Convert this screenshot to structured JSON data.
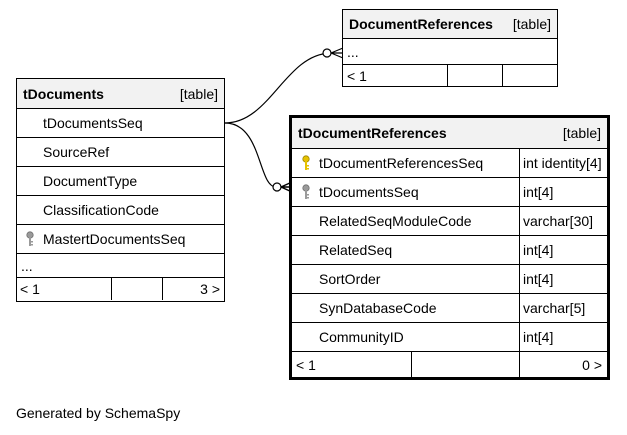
{
  "tables": {
    "docrefs_small": {
      "name": "DocumentReferences",
      "kind": "[table]",
      "ellipsis": "...",
      "nav_left": "< 1",
      "nav_mid": "",
      "nav_right": ""
    },
    "tdocuments": {
      "name": "tDocuments",
      "kind": "[table]",
      "columns": [
        "tDocumentsSeq",
        "SourceRef",
        "DocumentType",
        "ClassificationCode",
        "MastertDocumentsSeq"
      ],
      "ellipsis": "...",
      "nav_left": "< 1",
      "nav_mid": "",
      "nav_right": "3 >"
    },
    "tdocrefs": {
      "name": "tDocumentReferences",
      "kind": "[table]",
      "columns": [
        {
          "name": "tDocumentReferencesSeq",
          "type": "int identity[4]",
          "key": "primary-key"
        },
        {
          "name": "tDocumentsSeq",
          "type": "int[4]",
          "key": "foreign-key"
        },
        {
          "name": "RelatedSeqModuleCode",
          "type": "varchar[30]",
          "key": ""
        },
        {
          "name": "RelatedSeq",
          "type": "int[4]",
          "key": ""
        },
        {
          "name": "SortOrder",
          "type": "int[4]",
          "key": ""
        },
        {
          "name": "SynDatabaseCode",
          "type": "varchar[5]",
          "key": ""
        },
        {
          "name": "CommunityID",
          "type": "int[4]",
          "key": ""
        }
      ],
      "nav_left": "< 1",
      "nav_mid": "",
      "nav_right": "0 >"
    }
  },
  "colors": {
    "header_bg": "#f2f2f2",
    "primary_key_icon": "#e6c200",
    "foreign_key_icon": "#9a9a9a"
  },
  "footer": "Generated by SchemaSpy"
}
